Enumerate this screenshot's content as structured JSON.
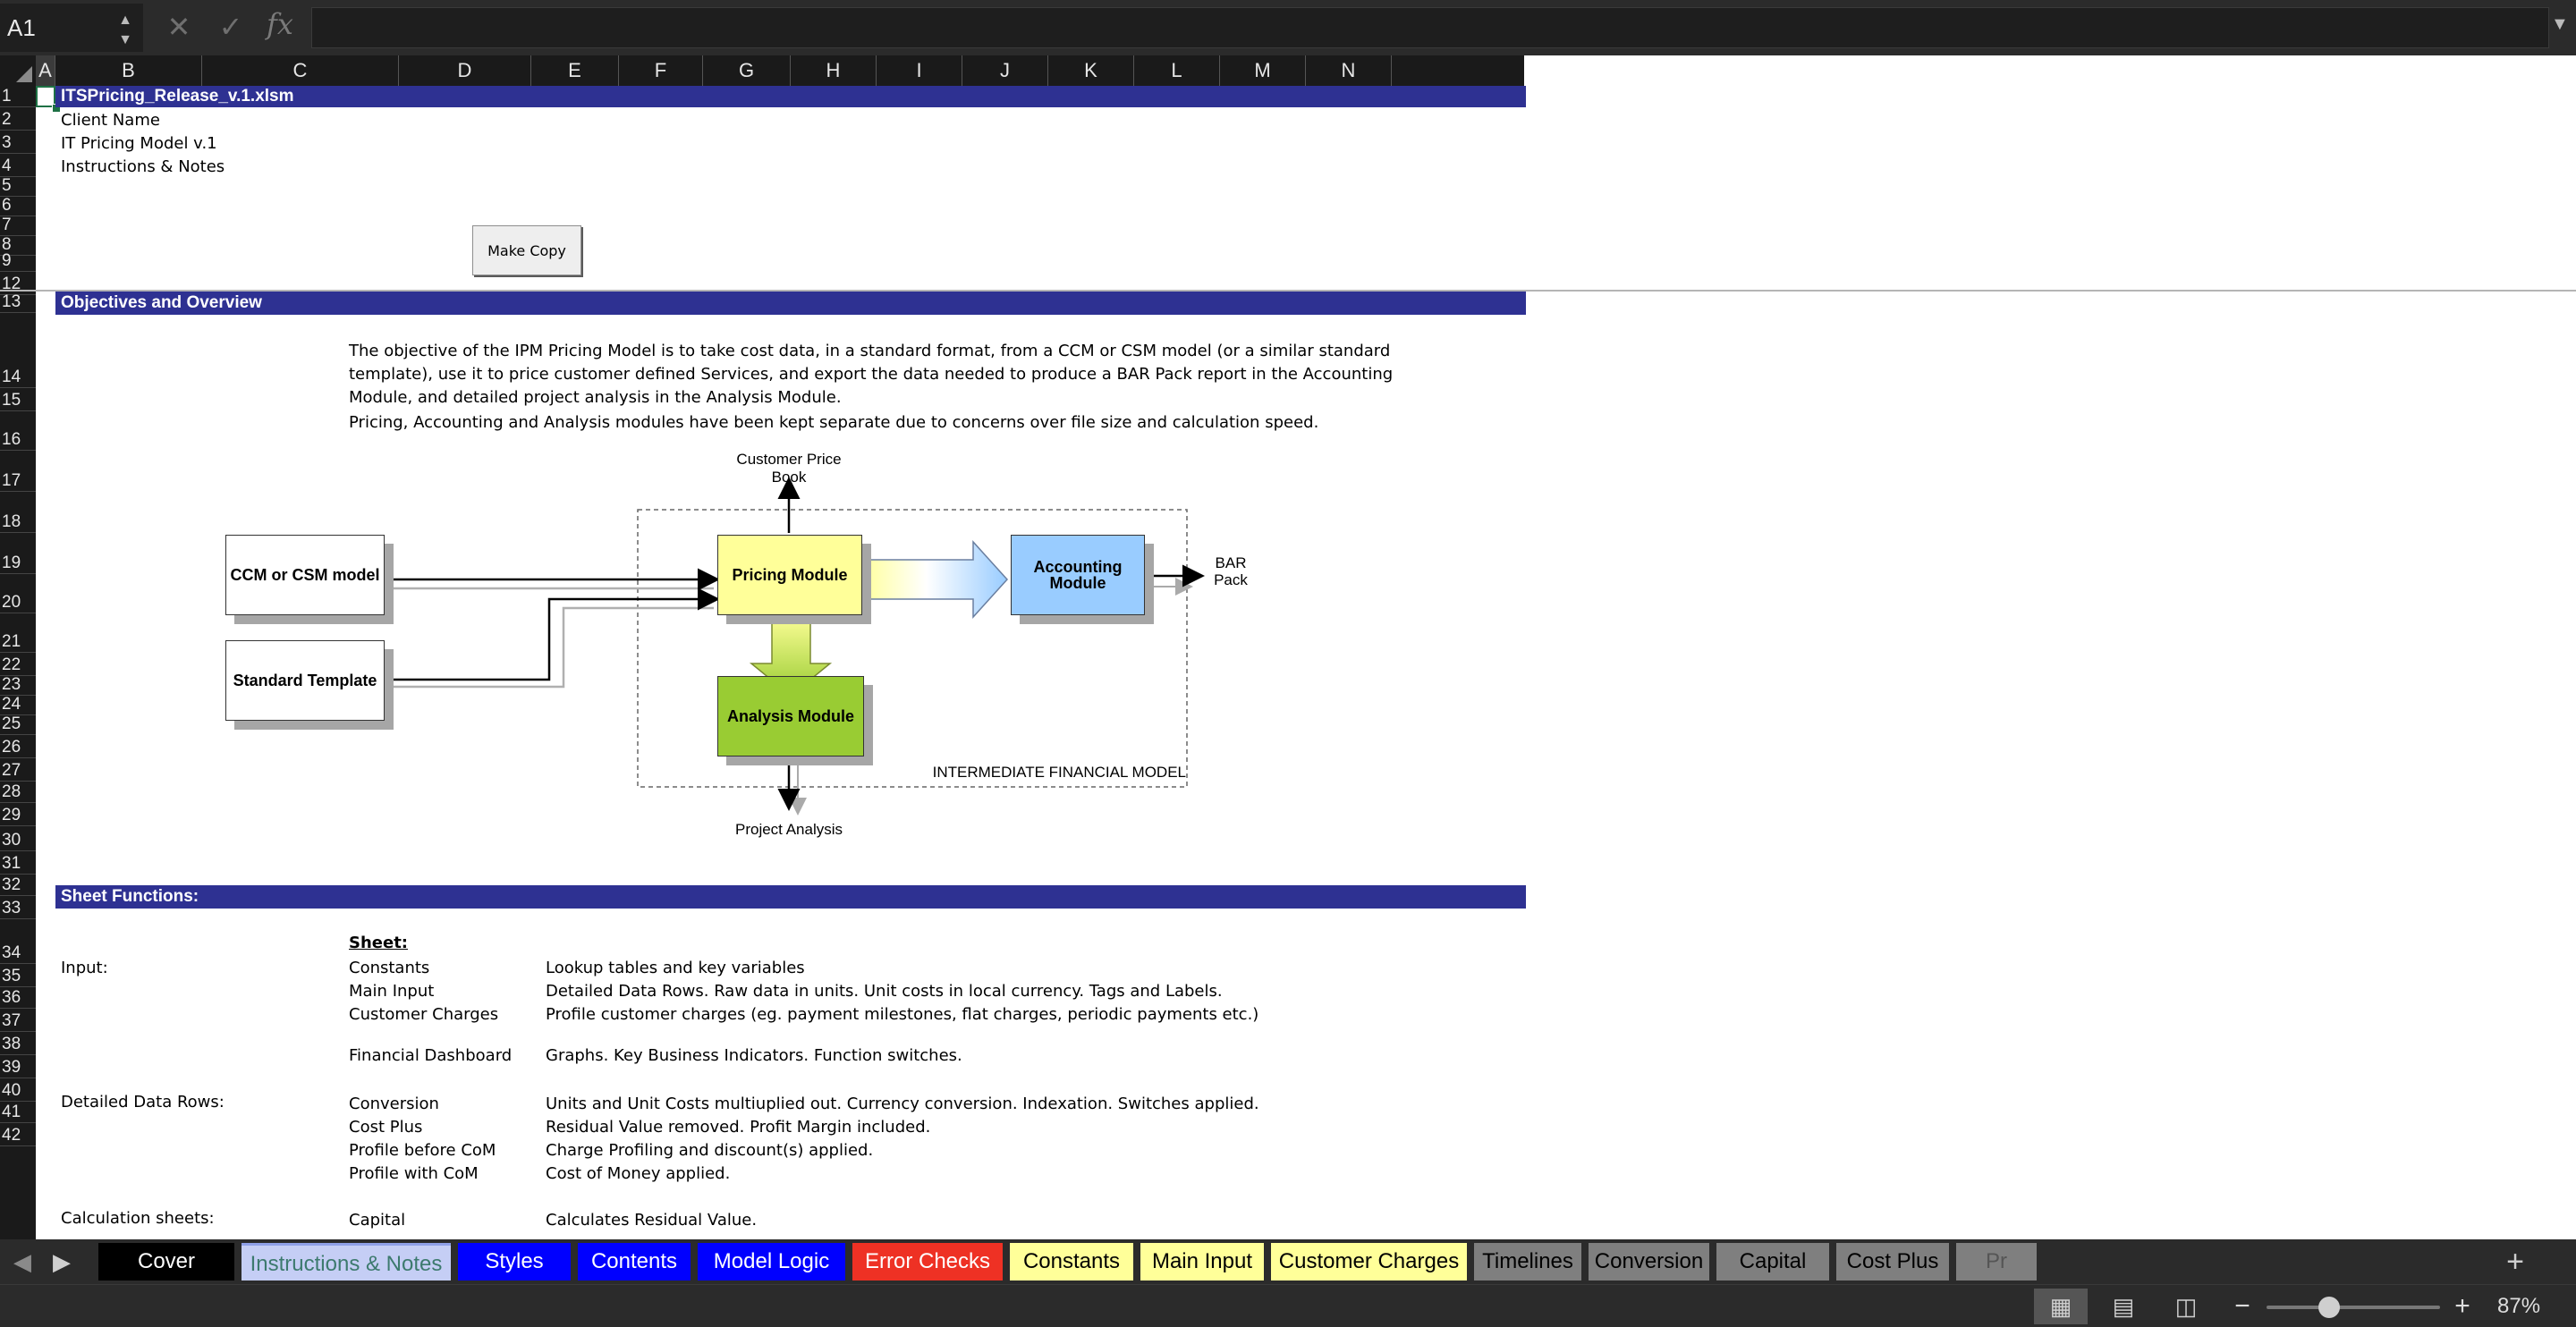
{
  "formula_bar": {
    "name_box": "A1",
    "cancel_icon": "close-icon",
    "confirm_icon": "check-icon",
    "fx_label": "fx",
    "formula": ""
  },
  "columns": [
    "A",
    "B",
    "C",
    "D",
    "E",
    "F",
    "G",
    "H",
    "I",
    "J",
    "K",
    "L",
    "M",
    "N"
  ],
  "selected_column": "A",
  "rows": [
    "1",
    "2",
    "3",
    "4",
    "5",
    "6",
    "7",
    "8",
    "9",
    "12",
    "13",
    "14",
    "15",
    "16",
    "17",
    "18",
    "19",
    "20",
    "21",
    "22",
    "23",
    "24",
    "25",
    "26",
    "27",
    "28",
    "29",
    "30",
    "31",
    "32",
    "33",
    "34",
    "35",
    "36",
    "37",
    "38",
    "39",
    "40",
    "41",
    "42"
  ],
  "header_block": {
    "file_name": "ITSPricing_Release_v.1.xlsm",
    "client": "Client Name",
    "model": "IT Pricing Model v.1",
    "sheet_title": "Instructions & Notes",
    "make_copy_button": "Make Copy"
  },
  "objectives": {
    "heading": "Objectives and Overview",
    "lines": [
      "The objective of the IPM Pricing Model is to take cost data, in a standard format, from a CCM or CSM model (or a similar standard",
      "template), use it to price customer defined Services, and export the data needed to produce a BAR Pack report in the Accounting",
      "Module, and detailed project analysis in the Analysis Module.",
      "Pricing, Accounting and Analysis modules have been kept separate due to concerns over file size and calculation speed."
    ]
  },
  "diagram": {
    "ccm": "CCM or CSM model",
    "standard_template": "Standard Template",
    "pricing": "Pricing Module",
    "accounting": "Accounting Module",
    "analysis": "Analysis Module",
    "price_book": "Customer Price Book",
    "bar_pack": "BAR Pack",
    "project_analysis": "Project Analysis",
    "container_label": "INTERMEDIATE FINANCIAL MODEL",
    "colors": {
      "pricing": "#ffff99",
      "accounting": "#99ccff",
      "analysis": "#99cc33"
    }
  },
  "sheet_functions": {
    "heading": "Sheet Functions:",
    "sheet_col_header": "Sheet:",
    "groups": [
      {
        "category": "Input:",
        "items": [
          {
            "sheet": "Constants",
            "desc": "Lookup tables and key variables"
          },
          {
            "sheet": "Main Input",
            "desc": "Detailed Data Rows. Raw data in units. Unit costs in local currency. Tags and Labels."
          },
          {
            "sheet": "Customer Charges",
            "desc": "Profile customer charges (eg. payment milestones, flat charges, periodic payments etc.)"
          },
          {
            "sheet": "Financial Dashboard",
            "desc": "Graphs. Key Business Indicators. Function switches."
          }
        ]
      },
      {
        "category": "Detailed Data Rows:",
        "items": [
          {
            "sheet": "Conversion",
            "desc": "Units and Unit Costs multiuplied out. Currency conversion. Indexation. Switches applied."
          },
          {
            "sheet": "Cost Plus",
            "desc": "Residual Value removed. Profit Margin included."
          },
          {
            "sheet": "Profile before CoM",
            "desc": "Charge Profiling and discount(s) applied."
          },
          {
            "sheet": "Profile with CoM",
            "desc": "Cost of Money applied."
          }
        ]
      },
      {
        "category": "Calculation sheets:",
        "items": [
          {
            "sheet": "Capital",
            "desc": "Calculates Residual Value."
          }
        ]
      }
    ]
  },
  "tabs": [
    {
      "label": "Cover",
      "bg": "#000000",
      "fg": "#ffffff",
      "active": false
    },
    {
      "label": "Instructions & Notes",
      "bg": "#c5cef5",
      "fg": "#3d7a6e",
      "active": true
    },
    {
      "label": "Styles",
      "bg": "#0000ff",
      "fg": "#ffffff",
      "active": false
    },
    {
      "label": "Contents",
      "bg": "#0000ff",
      "fg": "#ffffff",
      "active": false
    },
    {
      "label": "Model Logic",
      "bg": "#0000ff",
      "fg": "#ffffff",
      "active": false
    },
    {
      "label": "Error Checks",
      "bg": "#ee3124",
      "fg": "#ffffff",
      "active": false
    },
    {
      "label": "Constants",
      "bg": "#ffff99",
      "fg": "#000000",
      "active": false
    },
    {
      "label": "Main Input",
      "bg": "#ffff99",
      "fg": "#000000",
      "active": false
    },
    {
      "label": "Customer Charges",
      "bg": "#ffff99",
      "fg": "#000000",
      "active": false
    },
    {
      "label": "Timelines",
      "bg": "#7f7f7f",
      "fg": "#000000",
      "active": false
    },
    {
      "label": "Conversion",
      "bg": "#7f7f7f",
      "fg": "#000000",
      "active": false
    },
    {
      "label": "Capital",
      "bg": "#7f7f7f",
      "fg": "#000000",
      "active": false
    },
    {
      "label": "Cost Plus",
      "bg": "#7f7f7f",
      "fg": "#000000",
      "active": false
    },
    {
      "label": "Pr",
      "bg": "#7f7f7f",
      "fg": "#555555",
      "active": false
    }
  ],
  "status_bar": {
    "views": [
      "normal-view-icon",
      "page-layout-icon",
      "page-break-icon"
    ],
    "zoom_minus": "−",
    "zoom_plus": "+",
    "zoom_level": "87%",
    "zoom_fraction": 0.36
  }
}
